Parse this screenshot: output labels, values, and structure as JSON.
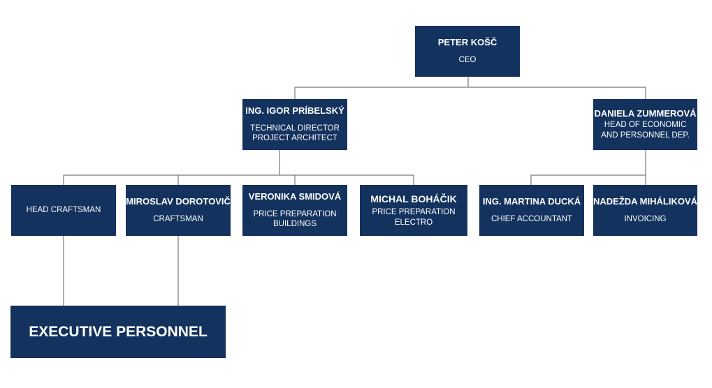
{
  "nodes": {
    "ceo": {
      "name": "PETER KOŠČ",
      "role": "CEO"
    },
    "technical_director": {
      "name": "ING. IGOR PRÍBELSKÝ",
      "role_1": "TECHNICAL DIRECTOR",
      "role_2": "PROJECT ARCHITECT"
    },
    "head_economic": {
      "name": "DANIELA ZUMMEROVÁ",
      "role_1": "HEAD OF ECONOMIC",
      "role_2": "AND PERSONNEL DEP."
    },
    "head_craftsman": {
      "role": "HEAD CRAFTSMAN"
    },
    "craftsman": {
      "name": "MIROSLAV DOROTOVIČ",
      "role": "CRAFTSMAN"
    },
    "price_buildings": {
      "name": "VERONIKA SMIDOVÁ",
      "role_1": "PRICE PREPARATION",
      "role_2": "BUILDINGS"
    },
    "price_electro": {
      "name": "MICHAL BOHÁČIK",
      "role_1": "PRICE PREPARATION",
      "role_2": "ELECTRO"
    },
    "chief_accountant": {
      "name": "ING. MARTINA DUCKÁ",
      "role": "CHIEF ACCOUNTANT"
    },
    "invoicing": {
      "name": "NADEŽDA MIHÁLIKOVÁ",
      "role": "INVOICING"
    },
    "executive": {
      "name": "EXECUTIVE PERSONNEL"
    }
  },
  "colors": {
    "box_fill": "#13325e",
    "box_text": "#ffffff",
    "connector": "#777777"
  }
}
